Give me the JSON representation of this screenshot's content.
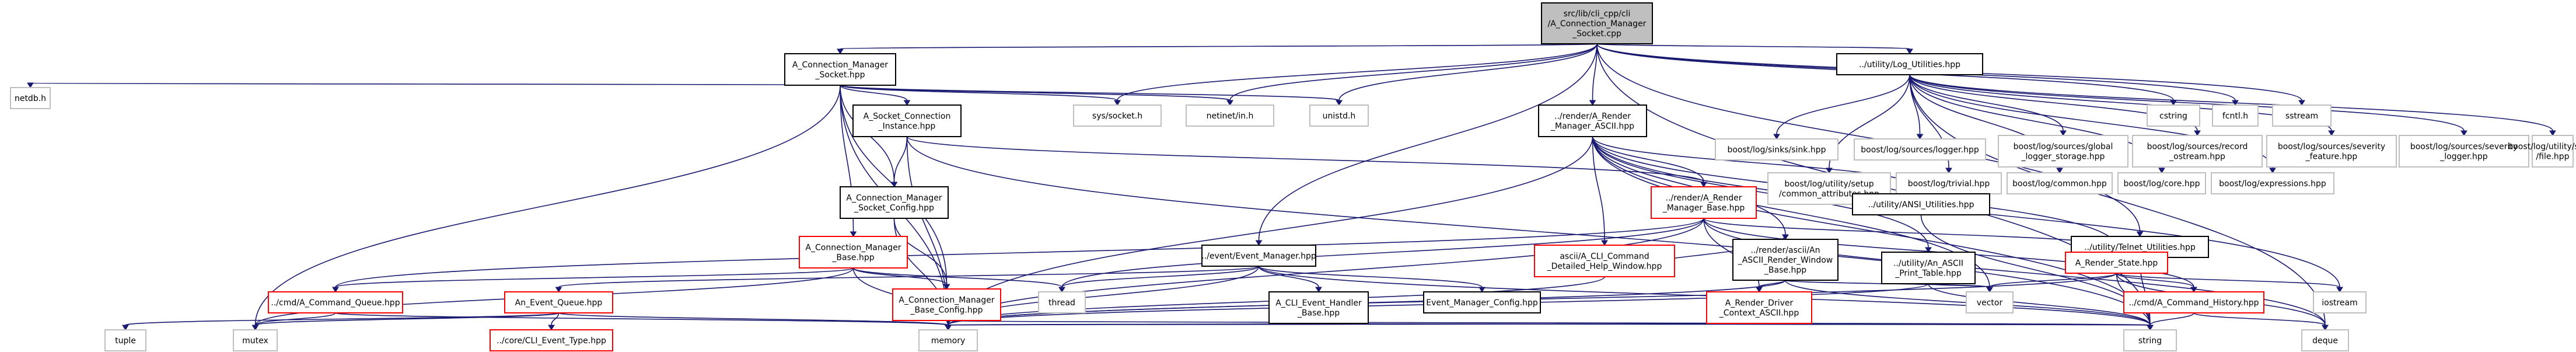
{
  "colors": {
    "edge": "#191970",
    "root_fill": "#bfbfbf",
    "node_fill": "#ffffff",
    "border_normal": "#000000",
    "border_truncated": "#ff0000",
    "border_leaf": "#bfbfbf"
  },
  "graph": {
    "nodes": [
      {
        "id": "root",
        "lines": [
          "src/lib/cli_cpp/cli",
          "/A_Connection_Manager",
          "_Socket.cpp"
        ],
        "kind": "root"
      },
      {
        "id": "cms",
        "lines": [
          "A_Connection_Manager",
          "_Socket.hpp"
        ],
        "kind": "normal"
      },
      {
        "id": "logutil",
        "lines": [
          "../utility/Log_Utilities.hpp"
        ],
        "kind": "normal"
      },
      {
        "id": "netdb",
        "lines": [
          "netdb.h"
        ],
        "kind": "leaf"
      },
      {
        "id": "sci",
        "lines": [
          "A_Socket_Connection",
          "_Instance.hpp"
        ],
        "kind": "normal"
      },
      {
        "id": "syssock",
        "lines": [
          "sys/socket.h"
        ],
        "kind": "leaf"
      },
      {
        "id": "netinet",
        "lines": [
          "netinet/in.h"
        ],
        "kind": "leaf"
      },
      {
        "id": "unistd",
        "lines": [
          "unistd.h"
        ],
        "kind": "leaf"
      },
      {
        "id": "rma",
        "lines": [
          "../render/A_Render",
          "_Manager_ASCII.hpp"
        ],
        "kind": "normal"
      },
      {
        "id": "cstring",
        "lines": [
          "cstring"
        ],
        "kind": "leaf"
      },
      {
        "id": "fcntl",
        "lines": [
          "fcntl.h"
        ],
        "kind": "leaf"
      },
      {
        "id": "sstream",
        "lines": [
          "sstream"
        ],
        "kind": "leaf"
      },
      {
        "id": "b_sink",
        "lines": [
          "boost/log/sinks/sink.hpp"
        ],
        "kind": "leaf"
      },
      {
        "id": "b_logger",
        "lines": [
          "boost/log/sources/logger.hpp"
        ],
        "kind": "leaf"
      },
      {
        "id": "b_global",
        "lines": [
          "boost/log/sources/global",
          "_logger_storage.hpp"
        ],
        "kind": "leaf"
      },
      {
        "id": "b_record",
        "lines": [
          "boost/log/sources/record",
          "_ostream.hpp"
        ],
        "kind": "leaf"
      },
      {
        "id": "b_sevfeat",
        "lines": [
          "boost/log/sources/severity",
          "_feature.hpp"
        ],
        "kind": "leaf"
      },
      {
        "id": "b_sevlog",
        "lines": [
          "boost/log/sources/severity",
          "_logger.hpp"
        ],
        "kind": "leaf"
      },
      {
        "id": "b_setupfile",
        "lines": [
          "boost/log/utility/setup",
          "/file.hpp"
        ],
        "kind": "leaf"
      },
      {
        "id": "b_setupattr",
        "lines": [
          "boost/log/utility/setup",
          "/common_attributes.hpp"
        ],
        "kind": "leaf"
      },
      {
        "id": "b_trivial",
        "lines": [
          "boost/log/trivial.hpp"
        ],
        "kind": "leaf"
      },
      {
        "id": "b_common",
        "lines": [
          "boost/log/common.hpp"
        ],
        "kind": "leaf"
      },
      {
        "id": "b_core",
        "lines": [
          "boost/log/core.hpp"
        ],
        "kind": "leaf"
      },
      {
        "id": "b_expr",
        "lines": [
          "boost/log/expressions.hpp"
        ],
        "kind": "leaf"
      },
      {
        "id": "cmsc",
        "lines": [
          "A_Connection_Manager",
          "_Socket_Config.hpp"
        ],
        "kind": "normal"
      },
      {
        "id": "rmb",
        "lines": [
          "../render/A_Render",
          "_Manager_Base.hpp"
        ],
        "kind": "truncated"
      },
      {
        "id": "ansi",
        "lines": [
          "../utility/ANSI_Utilities.hpp"
        ],
        "kind": "normal"
      },
      {
        "id": "telnet",
        "lines": [
          "../utility/Telnet_Utilities.hpp"
        ],
        "kind": "normal"
      },
      {
        "id": "cmb",
        "lines": [
          "A_Connection_Manager",
          "_Base.hpp"
        ],
        "kind": "truncated"
      },
      {
        "id": "evm",
        "lines": [
          "../event/Event_Manager.hpp"
        ],
        "kind": "normal"
      },
      {
        "id": "chw",
        "lines": [
          "ascii/A_CLI_Command",
          "_Detailed_Help_Window.hpp"
        ],
        "kind": "truncated"
      },
      {
        "id": "rwb",
        "lines": [
          "../render/ascii/An",
          "_ASCII_Render_Window",
          "_Base.hpp"
        ],
        "kind": "normal"
      },
      {
        "id": "fpt",
        "lines": [
          "../utility/An_ASCII",
          "_Print_Table.hpp"
        ],
        "kind": "normal"
      },
      {
        "id": "rstate",
        "lines": [
          "A_Render_State.hpp"
        ],
        "kind": "truncated"
      },
      {
        "id": "cmdq",
        "lines": [
          "../cmd/A_Command_Queue.hpp"
        ],
        "kind": "truncated"
      },
      {
        "id": "thread",
        "lines": [
          "thread"
        ],
        "kind": "leaf"
      },
      {
        "id": "cmbc",
        "lines": [
          "A_Connection_Manager",
          "_Base_Config.hpp"
        ],
        "kind": "truncated"
      },
      {
        "id": "evq",
        "lines": [
          "An_Event_Queue.hpp"
        ],
        "kind": "truncated"
      },
      {
        "id": "ehb",
        "lines": [
          "A_CLI_Event_Handler",
          "_Base.hpp"
        ],
        "kind": "normal"
      },
      {
        "id": "emc",
        "lines": [
          "Event_Manager_Config.hpp"
        ],
        "kind": "normal"
      },
      {
        "id": "rdc",
        "lines": [
          "A_Render_Driver",
          "_Context_ASCII.hpp"
        ],
        "kind": "truncated"
      },
      {
        "id": "vector",
        "lines": [
          "vector"
        ],
        "kind": "leaf"
      },
      {
        "id": "cmdh",
        "lines": [
          "../cmd/A_Command_History.hpp"
        ],
        "kind": "truncated"
      },
      {
        "id": "iostream",
        "lines": [
          "iostream"
        ],
        "kind": "leaf"
      },
      {
        "id": "tuple",
        "lines": [
          "tuple"
        ],
        "kind": "leaf"
      },
      {
        "id": "mutex",
        "lines": [
          "mutex"
        ],
        "kind": "leaf"
      },
      {
        "id": "evtype",
        "lines": [
          "../core/CLI_Event_Type.hpp"
        ],
        "kind": "truncated"
      },
      {
        "id": "memory",
        "lines": [
          "memory"
        ],
        "kind": "leaf"
      },
      {
        "id": "string",
        "lines": [
          "string"
        ],
        "kind": "leaf"
      },
      {
        "id": "deque",
        "lines": [
          "deque"
        ],
        "kind": "leaf"
      }
    ],
    "edges": [
      [
        "root",
        "cms"
      ],
      [
        "root",
        "logutil"
      ],
      [
        "root",
        "syssock"
      ],
      [
        "root",
        "netinet"
      ],
      [
        "root",
        "unistd"
      ],
      [
        "root",
        "rma"
      ],
      [
        "root",
        "cstring"
      ],
      [
        "root",
        "fcntl"
      ],
      [
        "root",
        "sstream"
      ],
      [
        "root",
        "evm"
      ],
      [
        "root",
        "string"
      ],
      [
        "root",
        "telnet"
      ],
      [
        "cms",
        "netdb"
      ],
      [
        "cms",
        "sci"
      ],
      [
        "cms",
        "syssock"
      ],
      [
        "cms",
        "netinet"
      ],
      [
        "cms",
        "unistd"
      ],
      [
        "cms",
        "cmsc"
      ],
      [
        "cms",
        "cmb"
      ],
      [
        "cms",
        "cmbc"
      ],
      [
        "cms",
        "mutex"
      ],
      [
        "cms",
        "memory"
      ],
      [
        "sci",
        "rmb"
      ],
      [
        "sci",
        "cmsc"
      ],
      [
        "sci",
        "memory"
      ],
      [
        "sci",
        "string"
      ],
      [
        "logutil",
        "b_sink"
      ],
      [
        "logutil",
        "b_logger"
      ],
      [
        "logutil",
        "b_global"
      ],
      [
        "logutil",
        "b_record"
      ],
      [
        "logutil",
        "b_sevfeat"
      ],
      [
        "logutil",
        "b_sevlog"
      ],
      [
        "logutil",
        "b_setupfile"
      ],
      [
        "logutil",
        "b_setupattr"
      ],
      [
        "logutil",
        "b_trivial"
      ],
      [
        "logutil",
        "b_common"
      ],
      [
        "logutil",
        "b_core"
      ],
      [
        "logutil",
        "b_expr"
      ],
      [
        "logutil",
        "deque"
      ],
      [
        "rma",
        "rmb"
      ],
      [
        "rma",
        "ansi"
      ],
      [
        "rma",
        "chw"
      ],
      [
        "rma",
        "rwb"
      ],
      [
        "rma",
        "fpt"
      ],
      [
        "rma",
        "rstate"
      ],
      [
        "rma",
        "vector"
      ],
      [
        "rma",
        "string"
      ],
      [
        "rma",
        "iostream"
      ],
      [
        "rma",
        "memory"
      ],
      [
        "rmb",
        "cmdq"
      ],
      [
        "rmb",
        "thread"
      ],
      [
        "rmb",
        "rstate"
      ],
      [
        "rmb",
        "rdc"
      ],
      [
        "rmb",
        "cmdh"
      ],
      [
        "rmb",
        "memory"
      ],
      [
        "rmb",
        "deque"
      ],
      [
        "cmsc",
        "cmbc"
      ],
      [
        "cmsc",
        "memory"
      ],
      [
        "cmb",
        "cmdq"
      ],
      [
        "cmb",
        "thread"
      ],
      [
        "cmb",
        "cmbc"
      ],
      [
        "cmb",
        "memory"
      ],
      [
        "cmb",
        "mutex"
      ],
      [
        "evm",
        "evq"
      ],
      [
        "evm",
        "ehb"
      ],
      [
        "evm",
        "emc"
      ],
      [
        "evm",
        "thread"
      ],
      [
        "evm",
        "memory"
      ],
      [
        "evm",
        "string"
      ],
      [
        "chw",
        "rwb"
      ],
      [
        "chw",
        "memory"
      ],
      [
        "rwb",
        "rdc"
      ],
      [
        "rwb",
        "vector"
      ],
      [
        "rwb",
        "string"
      ],
      [
        "rwb",
        "memory"
      ],
      [
        "fpt",
        "vector"
      ],
      [
        "fpt",
        "string"
      ],
      [
        "fpt",
        "memory"
      ],
      [
        "rstate",
        "cmdh"
      ],
      [
        "rstate",
        "vector"
      ],
      [
        "rstate",
        "string"
      ],
      [
        "rstate",
        "deque"
      ],
      [
        "rstate",
        "memory"
      ],
      [
        "rstate",
        "iostream"
      ],
      [
        "ansi",
        "string"
      ],
      [
        "telnet",
        "string"
      ],
      [
        "cmdq",
        "mutex"
      ],
      [
        "cmdq",
        "memory"
      ],
      [
        "evq",
        "tuple"
      ],
      [
        "evq",
        "mutex"
      ],
      [
        "evq",
        "evtype"
      ],
      [
        "evq",
        "memory"
      ],
      [
        "ehb",
        "memory"
      ],
      [
        "ehb",
        "string"
      ],
      [
        "cmbc",
        "memory"
      ],
      [
        "cmbc",
        "string"
      ],
      [
        "rdc",
        "memory"
      ],
      [
        "rdc",
        "string"
      ],
      [
        "cmdh",
        "deque"
      ],
      [
        "cmdh",
        "string"
      ]
    ]
  }
}
